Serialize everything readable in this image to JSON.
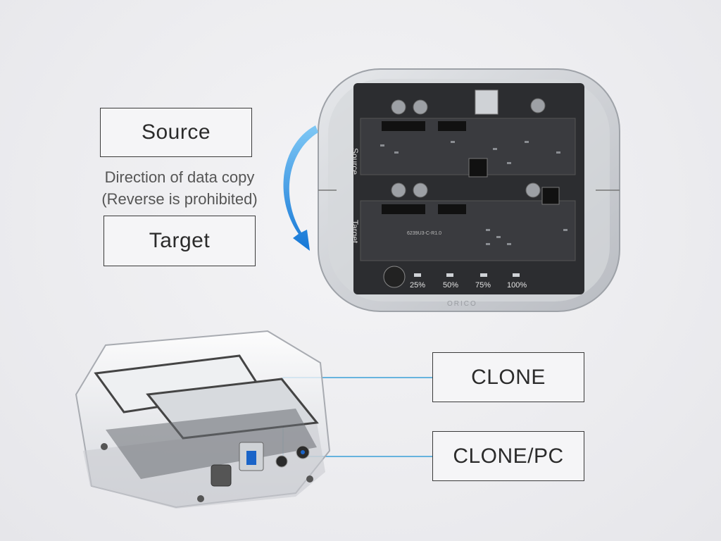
{
  "labels": {
    "source": "Source",
    "target": "Target",
    "direction_line1": "Direction of data copy",
    "direction_line2": "(Reverse is prohibited)",
    "clone": "CLONE",
    "clone_pc": "CLONE/PC"
  },
  "board": {
    "slot_source": "Source",
    "slot_target": "Target",
    "model": "6239U3-C-R1.0",
    "progress": [
      "25%",
      "50%",
      "75%",
      "100%"
    ],
    "brand": "ORICO"
  },
  "colors": {
    "arrow": "#1e8fe0",
    "leader_line": "#3aa0d8",
    "pcb": "#2c2d30",
    "text": "#2b2b2b"
  }
}
